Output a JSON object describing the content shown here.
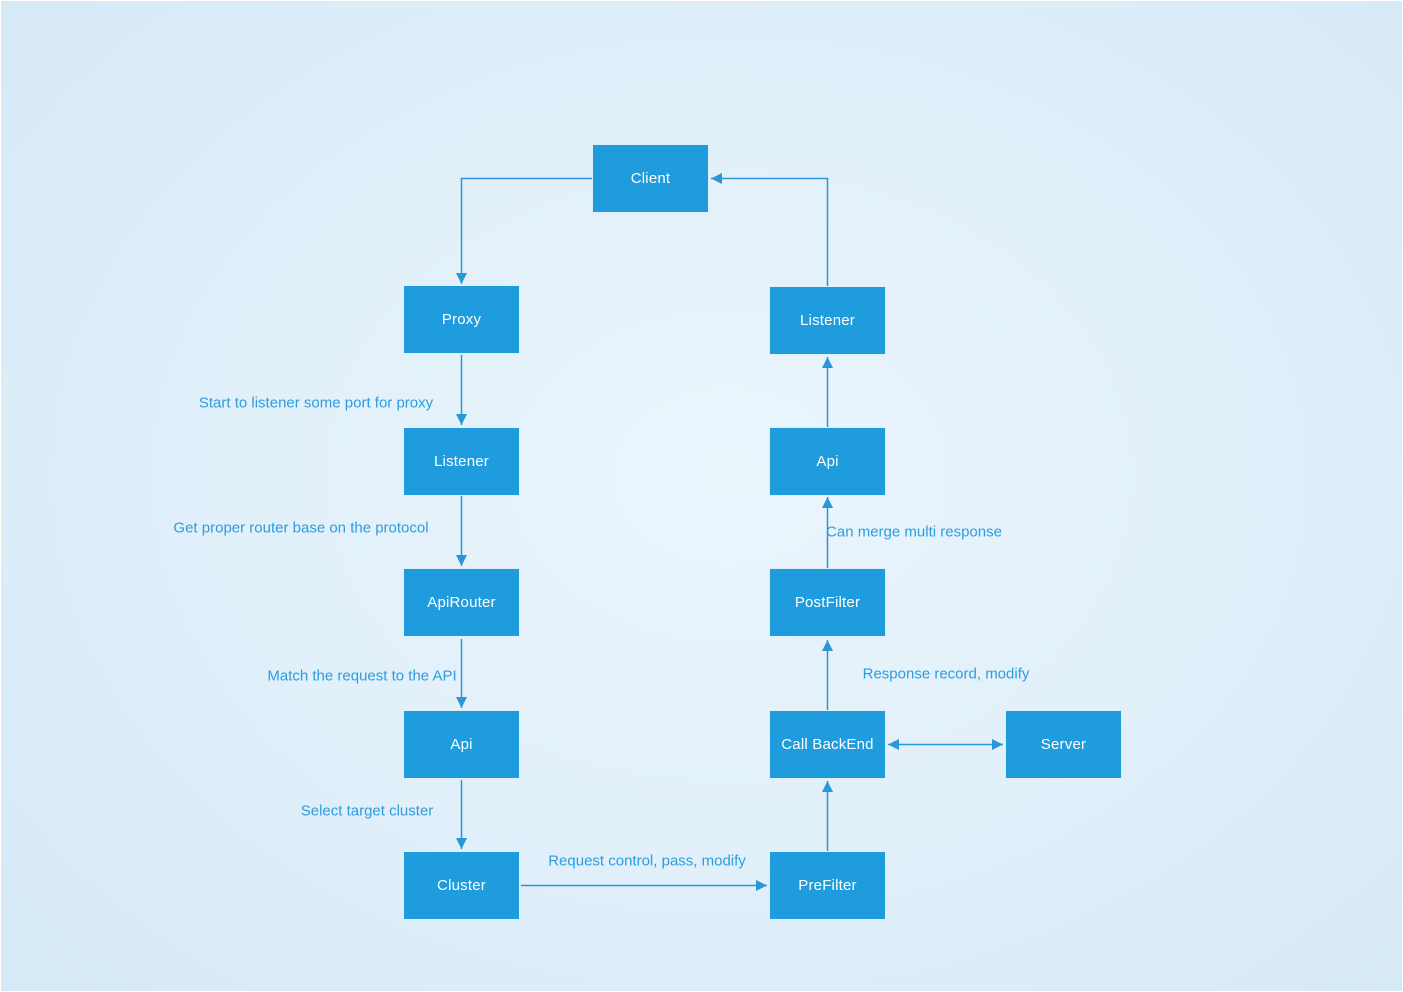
{
  "diagram": {
    "type": "flowchart",
    "colors": {
      "node_fill": "#1e9cde",
      "node_text": "#ffffff",
      "edge_line": "#2a97d8",
      "edge_label_text": "#2b9de0",
      "background": "#e0eff9"
    },
    "nodes": [
      {
        "id": "client",
        "label": "Client"
      },
      {
        "id": "proxy",
        "label": "Proxy"
      },
      {
        "id": "listener-left",
        "label": "Listener"
      },
      {
        "id": "apirouter",
        "label": "ApiRouter"
      },
      {
        "id": "api-left",
        "label": "Api"
      },
      {
        "id": "cluster",
        "label": "Cluster"
      },
      {
        "id": "prefilter",
        "label": "PreFilter"
      },
      {
        "id": "callbackend",
        "label": "Call BackEnd"
      },
      {
        "id": "server",
        "label": "Server"
      },
      {
        "id": "postfilter",
        "label": "PostFilter"
      },
      {
        "id": "api-right",
        "label": "Api"
      },
      {
        "id": "listener-right",
        "label": "Listener"
      }
    ],
    "edges": [
      {
        "from": "Client",
        "to": "Proxy",
        "label": "",
        "bidirectional": false
      },
      {
        "from": "Proxy",
        "to": "Listener",
        "label": "Start to listener some port for proxy",
        "bidirectional": false
      },
      {
        "from": "Listener",
        "to": "ApiRouter",
        "label": "Get proper router base on the protocol",
        "bidirectional": false
      },
      {
        "from": "ApiRouter",
        "to": "Api",
        "label": "Match the request to the API",
        "bidirectional": false
      },
      {
        "from": "Api",
        "to": "Cluster",
        "label": "Select target cluster",
        "bidirectional": false
      },
      {
        "from": "Cluster",
        "to": "PreFilter",
        "label": "Request control, pass, modify",
        "bidirectional": false
      },
      {
        "from": "PreFilter",
        "to": "Call BackEnd",
        "label": "",
        "bidirectional": false
      },
      {
        "from": "Call BackEnd",
        "to": "Server",
        "label": "",
        "bidirectional": true
      },
      {
        "from": "Call BackEnd",
        "to": "PostFilter",
        "label": "Response record, modify",
        "bidirectional": false
      },
      {
        "from": "PostFilter",
        "to": "Api",
        "label": "Can merge multi response",
        "bidirectional": false
      },
      {
        "from": "Api",
        "to": "Listener",
        "label": "",
        "bidirectional": false
      },
      {
        "from": "Listener",
        "to": "Client",
        "label": "",
        "bidirectional": false
      }
    ]
  }
}
